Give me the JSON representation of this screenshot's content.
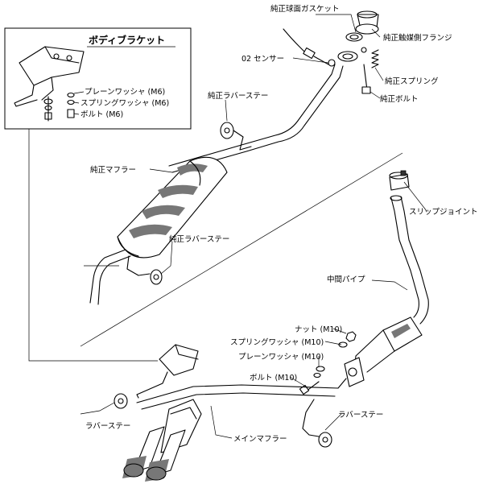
{
  "inset": {
    "title": "ボディブラケット",
    "labels": {
      "plain_washer": "プレーンワッシャ (M6)",
      "spring_washer": "スプリングワッシャ (M6)",
      "bolt": "ボルト (M6)"
    }
  },
  "labels": {
    "sphere_gasket": "純正球面ガスケット",
    "cat_flange": "純正触媒側フランジ",
    "o2_sensor": "02 センサー",
    "spring": "純正スプリング",
    "bolt": "純正ボルト",
    "rubber_stay_upper": "純正ラバーステー",
    "muffler": "純正マフラー",
    "rubber_stay_lower": "純正ラバーステー",
    "slip_joint": "スリップジョイント",
    "center_pipe": "中間パイプ",
    "nut_m10": "ナット (M10)",
    "spring_washer_m10": "スプリングワッシャ (M10)",
    "plain_washer_m10": "プレーンワッシャ (M10)",
    "bolt_m10": "ボルト (M10)",
    "rubber_stay_left": "ラバーステー",
    "rubber_stay_right": "ラバーステー",
    "main_muffler": "メインマフラー"
  },
  "colors": {
    "line": "#000000",
    "background": "#ffffff",
    "shade": "#777777"
  }
}
